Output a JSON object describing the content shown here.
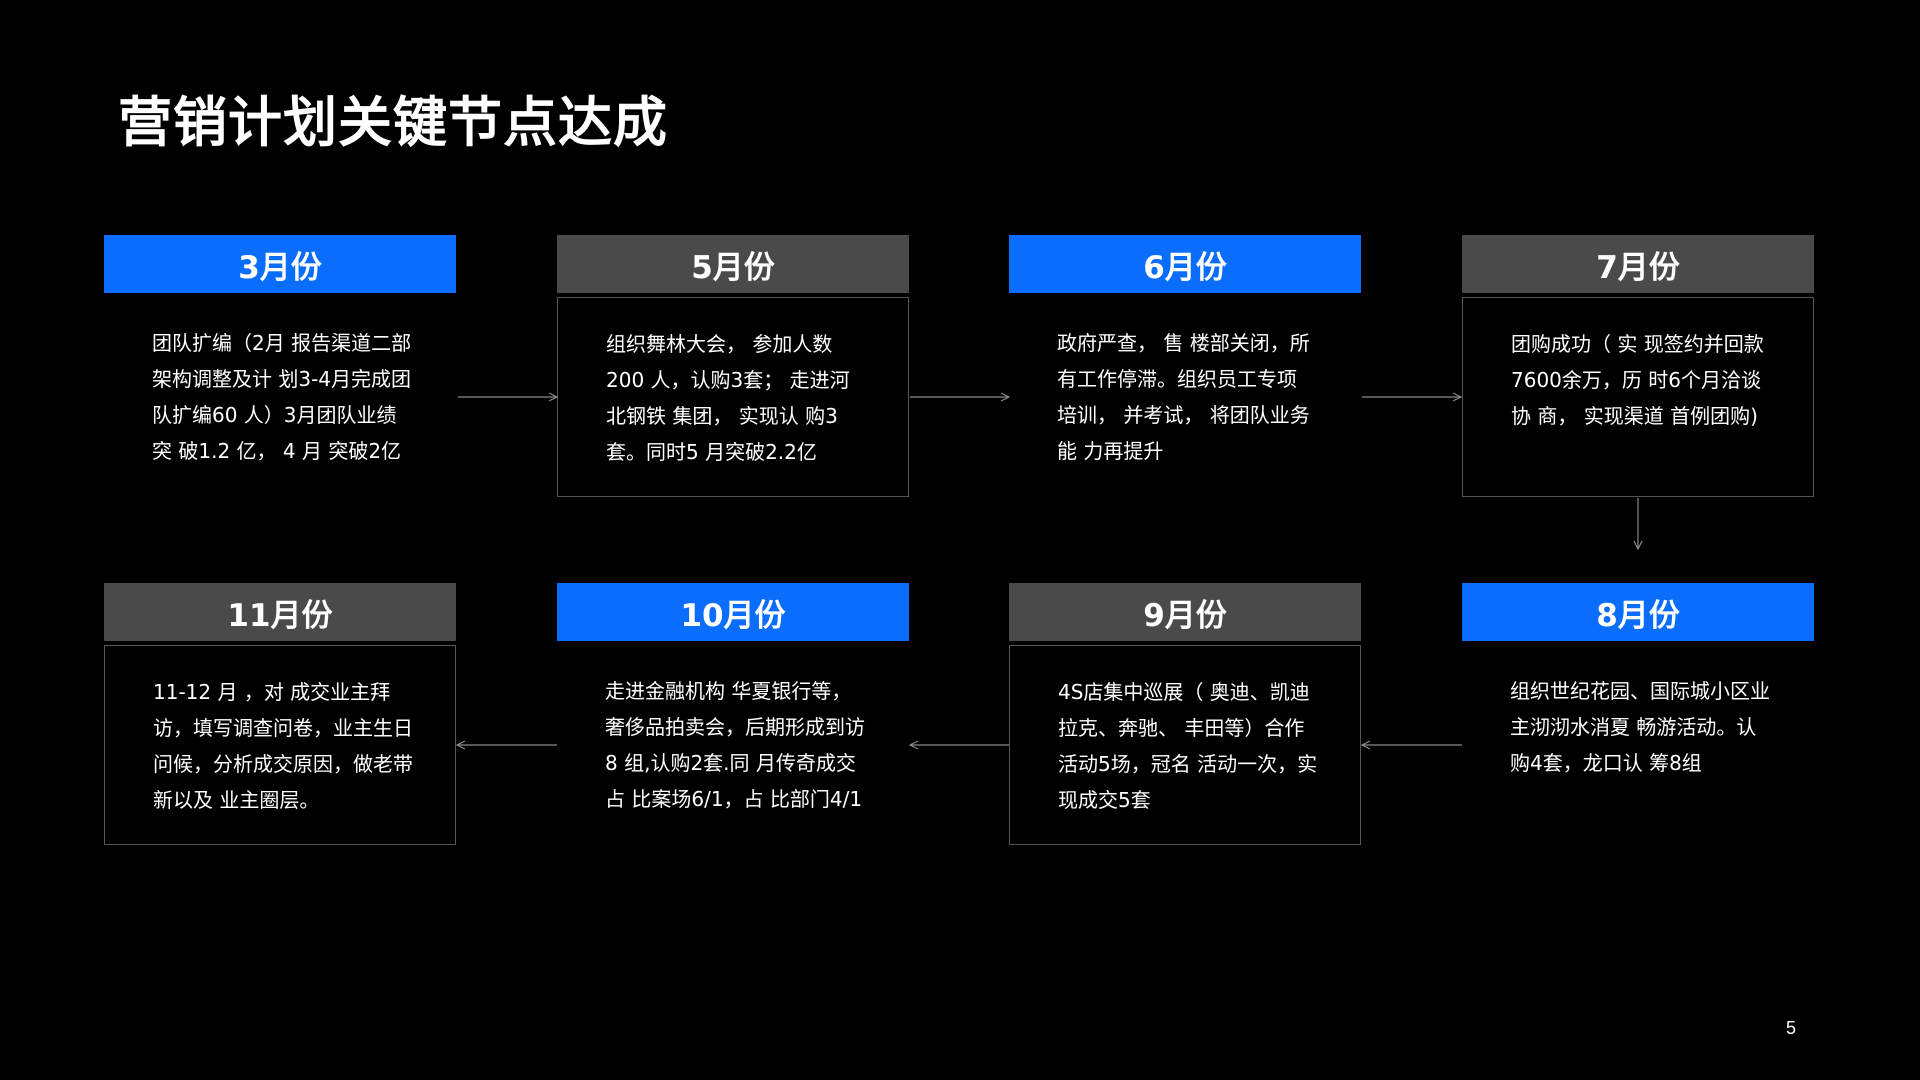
{
  "slide": {
    "title": "营销计划关键节点达成",
    "page_number": "5"
  },
  "colors": {
    "background": "#000000",
    "accent_blue": "#0a6dfb",
    "header_gray": "#4a4a4a",
    "border": "#555555",
    "arrow": "#8a8a8a"
  },
  "milestones": [
    {
      "month": "3月份",
      "header_style": "blue",
      "body_framed": false,
      "text": "团队扩编（2月 报告渠道二部 架构调整及计 划3-4月完成团 队扩编60 人）3月团队业绩突 破1.2 亿， 4 月 突破2亿"
    },
    {
      "month": "5月份",
      "header_style": "gray",
      "body_framed": true,
      "text": "组织舞林大会， 参加人数200 人，认购3套； 走进河北钢铁 集团， 实现认 购3套。同时5 月突破2.2亿"
    },
    {
      "month": "6月份",
      "header_style": "blue",
      "body_framed": false,
      "text": "政府严查， 售 楼部关闭，所 有工作停滞。组织员工专项 培训， 并考试， 将团队业务能 力再提升"
    },
    {
      "month": "7月份",
      "header_style": "gray",
      "body_framed": true,
      "text": "团购成功（ 实 现签约并回款7600余万，历 时6个月洽谈协 商， 实现渠道 首例团购)"
    },
    {
      "month": "8月份",
      "header_style": "blue",
      "body_framed": false,
      "text": "组织世纪花园、国际城小区业 主沏沏水消夏 畅游活动。认 购4套，龙口认 筹8组"
    },
    {
      "month": "9月份",
      "header_style": "gray",
      "body_framed": true,
      "text": "4S店集中巡展（ 奥迪、凯迪拉克、奔驰、 丰田等）合作活动5场，冠名 活动一次，实 现成交5套"
    },
    {
      "month": "10月份",
      "header_style": "blue",
      "body_framed": false,
      "text": "走进金融机构 华夏银行等，奢侈品拍卖会，后期形成到访8 组,认购2套.同 月传奇成交占 比案场6/1，占 比部门4/1"
    },
    {
      "month": "11月份",
      "header_style": "gray",
      "body_framed": true,
      "text": "11-12 月 ，对 成交业主拜访，填写调查问卷，业主生日问候，分析成交原因，做老带新以及 业主圈层。"
    }
  ]
}
